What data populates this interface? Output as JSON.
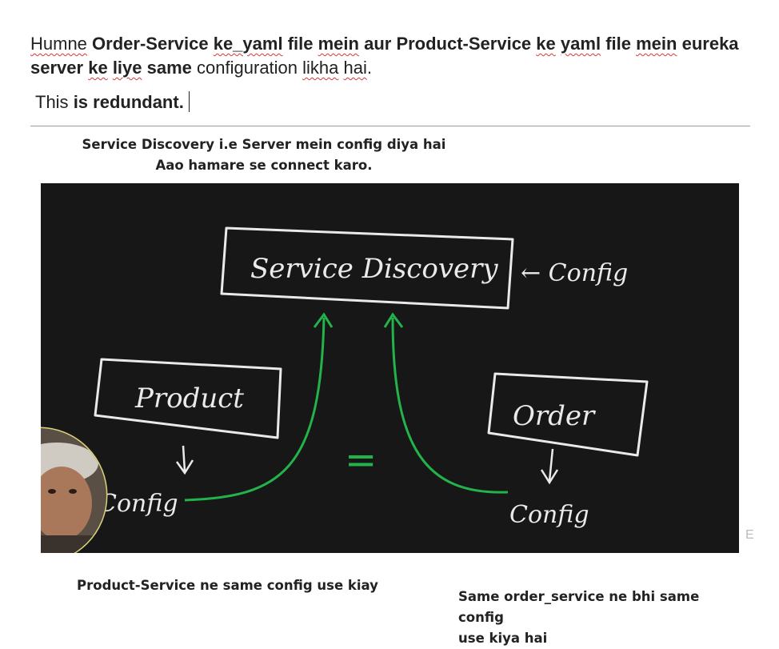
{
  "doc": {
    "line1": {
      "w1": "Humne",
      "w2": "Order-Service",
      "w3": "ke_yaml",
      "w4": "file",
      "w5": "mein",
      "w6": "aur Product-Service",
      "w7": "ke",
      "w8": "yaml",
      "w9": "file",
      "w10": "mein",
      "w11": "eureka",
      "w12": "server",
      "w13": "ke",
      "w14": "liye",
      "w15": "same",
      "w16": "configuration",
      "w17": "likha",
      "w18": "hai",
      "w19": "."
    },
    "line2": {
      "plain": "This",
      "bold": "is redundant."
    }
  },
  "figure": {
    "caption_top_1": "Service Discovery i.e Server mein config diya hai",
    "caption_top_2": "Aao hamare se connect karo.",
    "board": {
      "service_discovery": "Service Discovery",
      "config_top": "← Config",
      "product": "Product",
      "order": "Order",
      "config_left": "Config",
      "config_right": "Config",
      "equals": "="
    },
    "caption_left": "Product-Service ne same config use kiay",
    "caption_right_1": "Same order_service ne bhi same config",
    "caption_right_2": "use kiya hai",
    "edge_mark": "E"
  },
  "colors": {
    "board": "#171717",
    "chalk": "#eaeaea",
    "arrow": "#22b34a",
    "spellcheck": "#d23a3a"
  }
}
